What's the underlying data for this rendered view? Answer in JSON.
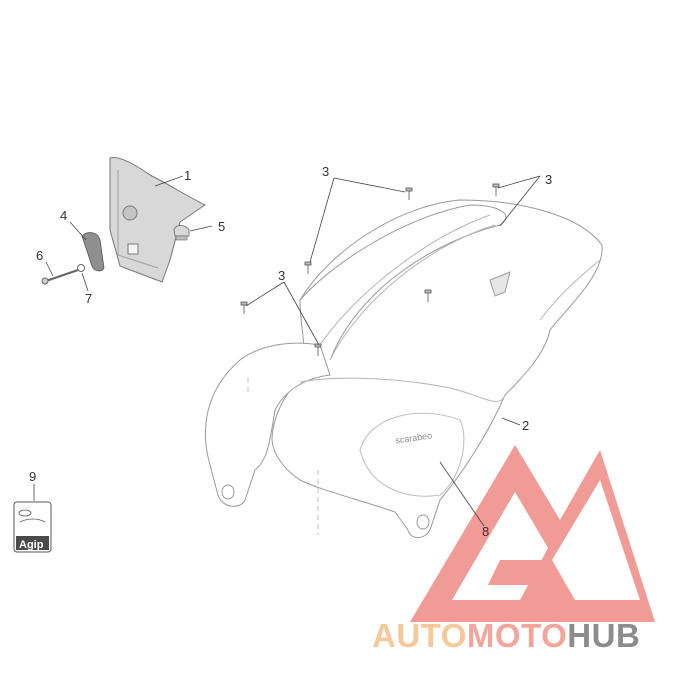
{
  "diagram": {
    "callouts": [
      {
        "id": "c1",
        "label": "1"
      },
      {
        "id": "c2",
        "label": "2"
      },
      {
        "id": "c3a",
        "label": "3"
      },
      {
        "id": "c3b",
        "label": "3"
      },
      {
        "id": "c3c",
        "label": "3"
      },
      {
        "id": "c4",
        "label": "4"
      },
      {
        "id": "c5",
        "label": "5"
      },
      {
        "id": "c6",
        "label": "6"
      },
      {
        "id": "c7",
        "label": "7"
      },
      {
        "id": "c8",
        "label": "8"
      },
      {
        "id": "c9",
        "label": "9"
      }
    ],
    "part_markings": {
      "shield_text": "scarabeo",
      "sticker_text": "Agip"
    }
  },
  "watermark": {
    "part_auto": "AUTO",
    "part_moto": "MOTO",
    "part_hub": "HUB",
    "colors": {
      "auto": "#f6c99a",
      "moto": "#f2a59b",
      "hub": "#8c8c8c",
      "logo": "#ef8a84"
    }
  }
}
